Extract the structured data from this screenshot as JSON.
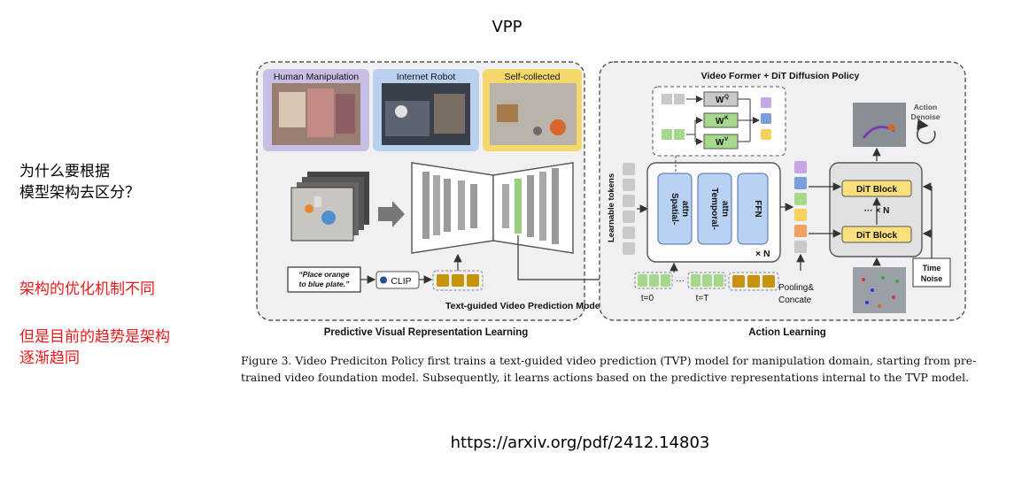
{
  "slide": {
    "title": "VPP",
    "question_line1": "为什么要根据",
    "question_line2": "模型架构去区分？",
    "note1": "架构的优化机制不同",
    "note2_line1": "但是目前的趋势是架构",
    "note2_line2": "逐渐趋同",
    "url": "https://arxiv.org/pdf/2412.14803"
  },
  "figure": {
    "left_panel_title": "Predictive Visual Representation Learning",
    "right_panel_title": "Action Learning",
    "img_human": "Human Manipulation",
    "img_internet": "Internet Robot",
    "img_self": "Self-collected",
    "instruction_line1": "“Place orange",
    "instruction_line2": "to blue plate.”",
    "clip": "CLIP",
    "tvp_label": "Text-guided Video Prediction Model",
    "video_former_title": "Video Former + DiT Diffusion Policy",
    "learnable_tokens": "Learnable tokens",
    "spatial_line1": "Spatial-",
    "spatial_line2": "attn",
    "temporal_line1": "Temporal-",
    "temporal_line2": "attn",
    "ffn": "FFN",
    "times_n": "× N",
    "wq": "W",
    "wq_sup": "Q",
    "wk": "W",
    "wk_sup": "K",
    "wv": "W",
    "wv_sup": "V",
    "dit_block_1": "DiT Block",
    "dit_block_2": "DiT Block",
    "dit_times_n": "···  × N",
    "action_denoise_line1": "Action",
    "action_denoise_line2": "Denoise",
    "time_noise_line1": "Time",
    "time_noise_line2": "Noise",
    "t0": "t=0",
    "tT": "t=T",
    "pooling_line1": "Pooling&",
    "pooling_line2": "Concate",
    "ellipsis": "···"
  },
  "caption": {
    "line1": "Figure 3.  Video Prediciton Policy first trains a text-guided video prediction (TVP) model for manipulation domain, starting from pre-",
    "line2": "trained video foundation model. Subsequently, it learns actions based on the predictive representations internal to the TVP model."
  },
  "colors": {
    "panel_bg": "#f0f0f2",
    "token_gray": "#c9c9c9",
    "token_green": "#a6d88c",
    "token_gold": "#c6930e",
    "block_blue": "#b9d2f3",
    "dit_yellow": "#f9e07c",
    "clip_blue": "#2a4d9b",
    "red_text": "#e8191a"
  }
}
